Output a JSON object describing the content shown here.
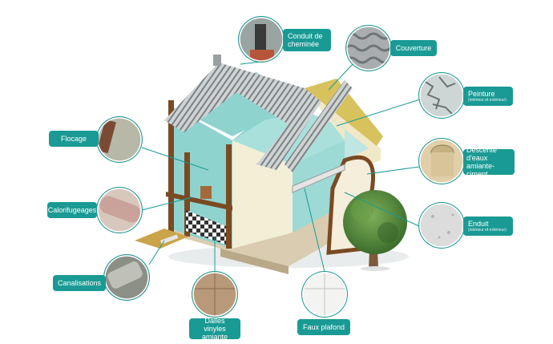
{
  "callouts": {
    "conduit": {
      "line1": "Conduit de",
      "line2": "cheminée"
    },
    "couverture": {
      "text": "Couverture"
    },
    "peinture": {
      "text": "Peinture",
      "sub": "(intérieur et extérieur)"
    },
    "descente": {
      "line1": "Descente",
      "line2": "d'eaux",
      "line3": "amiante-ciment"
    },
    "enduit": {
      "text": "Enduit",
      "sub": "(intérieur et extérieur)"
    },
    "flocage": {
      "text": "Flocage"
    },
    "calorifugeages": {
      "text": "Calorifugeages"
    },
    "canalisations": {
      "text": "Canalisations"
    },
    "dalles": {
      "line1": "Dalles vinyles",
      "line2": "amiante"
    },
    "fauxplafond": {
      "text": "Faux plafond"
    }
  },
  "colors": {
    "teal": "#1a9a94",
    "wall_teal": "#8fd3cf",
    "wood": "#7a4a22",
    "tree": "#4f8a3a"
  }
}
